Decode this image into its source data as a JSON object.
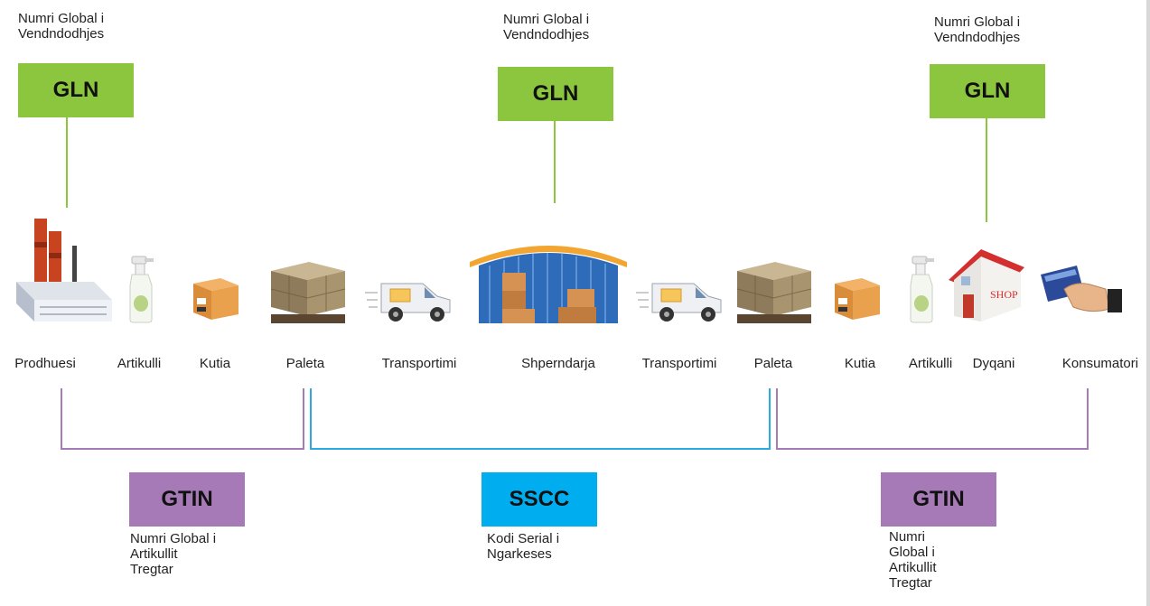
{
  "gln_blocks": [
    {
      "caption": "Numri Global i\nVendndodhjes",
      "badge": "GLN"
    },
    {
      "caption": "Numri Global i\nVendndodhjes",
      "badge": "GLN"
    },
    {
      "caption": "Numri Global i\nVendndodhjes",
      "badge": "GLN"
    }
  ],
  "stages": [
    {
      "label": "Prodhuesi",
      "icon": "factory-icon"
    },
    {
      "label": "Artikulli",
      "icon": "spray-bottle-icon"
    },
    {
      "label": "Kutia",
      "icon": "box-icon"
    },
    {
      "label": "Paleta",
      "icon": "pallet-icon"
    },
    {
      "label": "Transportimi",
      "icon": "van-icon"
    },
    {
      "label": "Shperndarja",
      "icon": "warehouse-icon"
    },
    {
      "label": "Transportimi",
      "icon": "van-icon"
    },
    {
      "label": "Paleta",
      "icon": "pallet-icon"
    },
    {
      "label": "Kutia",
      "icon": "box-icon"
    },
    {
      "label": "Artikulli",
      "icon": "spray-bottle-icon"
    },
    {
      "label": "Dyqani",
      "icon": "shop-icon"
    },
    {
      "label": "Konsumatori",
      "icon": "card-payment-icon"
    }
  ],
  "shop_sign": "SHOP",
  "bottom_blocks": [
    {
      "badge": "GTIN",
      "caption": "Numri Global i\nArtikullit\nTregtar"
    },
    {
      "badge": "SSCC",
      "caption": "Kodi Serial i\nNgarkeses"
    },
    {
      "badge": "GTIN",
      "caption": "Numri\nGlobal i\nArtikullit\nTregtar"
    }
  ],
  "colors": {
    "gln": "#8cc63f",
    "gtin": "#a679b7",
    "sscc": "#00aeef",
    "gtin_line": "#a679b7",
    "sscc_line": "#29aae1",
    "gln_line": "#8cc63f"
  }
}
